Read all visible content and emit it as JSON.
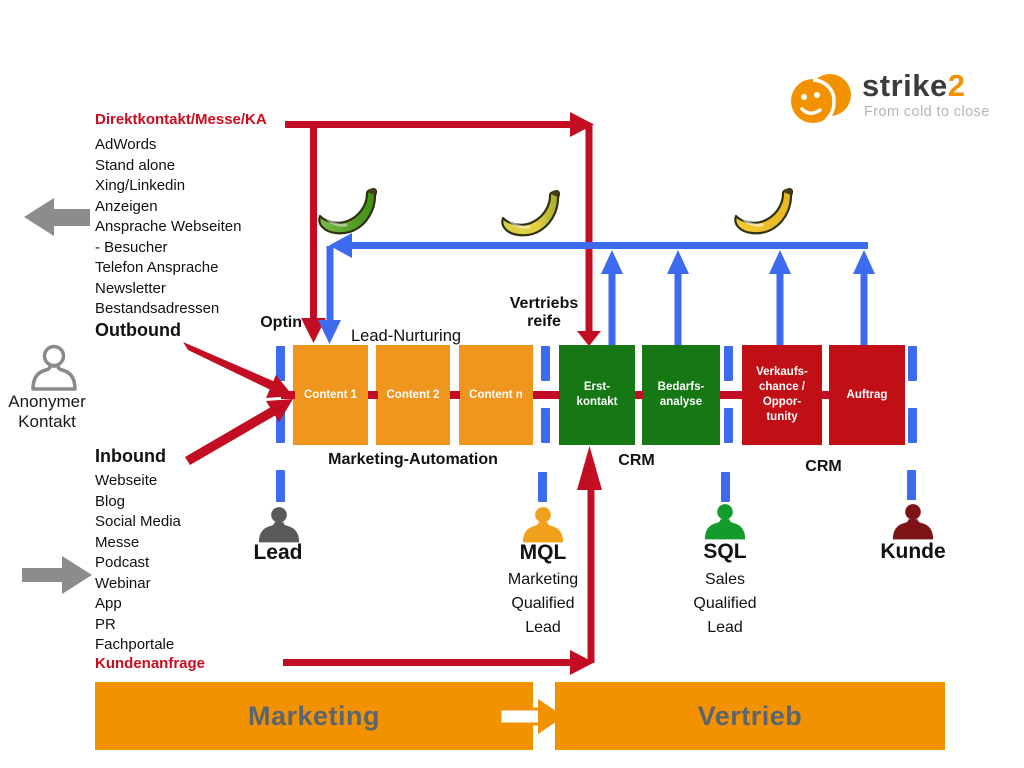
{
  "logo": {
    "brand": "strike",
    "brand_accent": "2",
    "tagline": "From cold to close"
  },
  "outbound": {
    "heading": "Direktkontakt/Messe/KA",
    "items": [
      "AdWords",
      "Stand alone",
      "Xing/Linkedin",
      "Anzeigen",
      "Ansprache Webseiten",
      " - Besucher",
      "Telefon Ansprache",
      "Newsletter",
      "Bestandsadressen"
    ],
    "label": "Outbound"
  },
  "anonymous": {
    "line1": "Anonymer",
    "line2": "Kontakt"
  },
  "inbound": {
    "label": "Inbound",
    "items": [
      "Webseite",
      "Blog",
      "Social Media",
      "Messe",
      "Podcast",
      "Webinar",
      "App",
      "PR",
      "Fachportale"
    ],
    "heading": "Kundenanfrage"
  },
  "pipeline": {
    "optin": "Optin",
    "lead_nurturing": "Lead-Nurturing",
    "vertriebsreife": "Vertriebs\nreife",
    "marketing_automation": "Marketing-Automation",
    "crm_marketing": "CRM",
    "crm_sales": "CRM",
    "boxes": [
      {
        "label": "Content 1",
        "color": "#F0961E"
      },
      {
        "label": "Content 2",
        "color": "#F0961E"
      },
      {
        "label": "Content n",
        "color": "#F0961E"
      },
      {
        "label": "Erst-\nkontakt",
        "color": "#157815"
      },
      {
        "label": "Bedarfs-\nanalyse",
        "color": "#157815"
      },
      {
        "label": "Verkaufs-\nchance /\nOppor-\ntunity",
        "color": "#C11015"
      },
      {
        "label": "Auftrag",
        "color": "#C11015"
      }
    ]
  },
  "stages": [
    {
      "name": "Lead",
      "sub": "",
      "color": "#595959"
    },
    {
      "name": "MQL",
      "sub": "Marketing\nQualified\nLead",
      "color": "#F0A11C"
    },
    {
      "name": "SQL",
      "sub": "Sales\nQualified\nLead",
      "color": "#149B2E"
    },
    {
      "name": "Kunde",
      "sub": "",
      "color": "#7D1316"
    }
  ],
  "bottom": {
    "marketing": "Marketing",
    "vertrieb": "Vertrieb"
  },
  "icons": {
    "smiley-logo-icon": "two overlapping orange circles with smiley face",
    "banana-green-icon": "unripe green banana",
    "banana-semi-ripe-icon": "yellow-green banana",
    "banana-ripe-icon": "ripe yellow banana",
    "person-outline-icon": "gray outlined person silhouette",
    "arrow-left-icon": "gray arrow pointing left",
    "arrow-right-icon": "gray arrow pointing right"
  },
  "colors": {
    "orange_box": "#F0961E",
    "orange_bar": "#F39200",
    "green_box": "#157815",
    "red_box": "#C11015",
    "red_flow": "#C30D23",
    "blue_flow": "#3D6BEF",
    "gray_arrow": "#8C8C8C",
    "red_text": "#C90D1E",
    "bar_text": "#5A6570"
  }
}
